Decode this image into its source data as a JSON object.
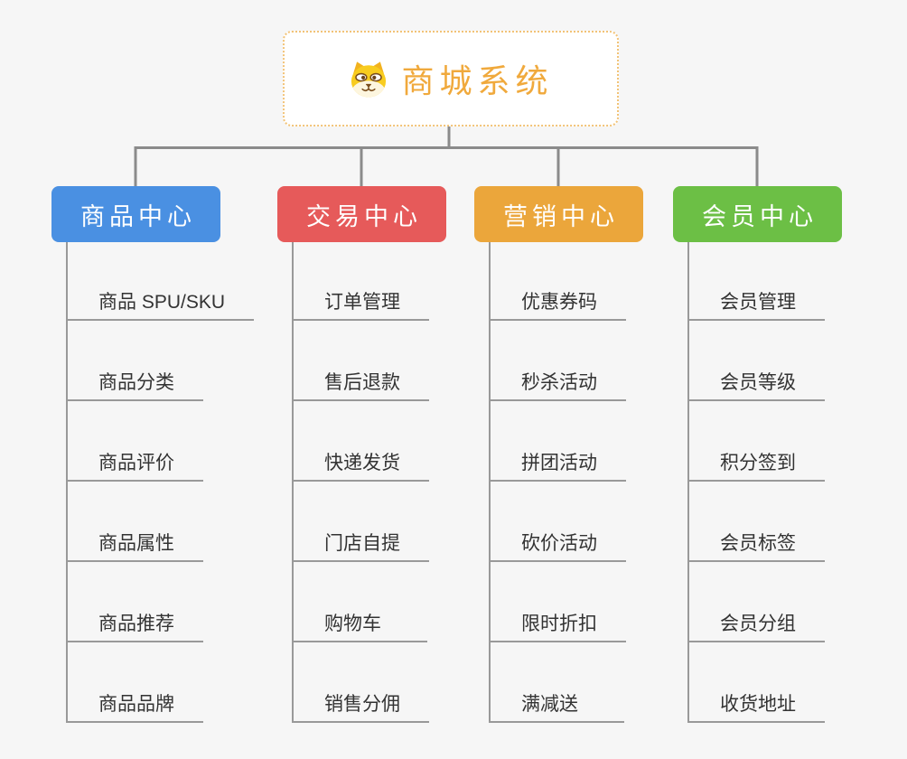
{
  "canvas": {
    "background": "#f6f6f6"
  },
  "root": {
    "label": "商城系统",
    "icon": "dog-face-icon",
    "text_color": "#f0a93c",
    "border_color": "#f2c377",
    "background": "#ffffff"
  },
  "connector_color": "#8b8b8b",
  "leaf_line_color": "#999999",
  "leaf_text_color": "#333333",
  "branches": [
    {
      "label": "商品中心",
      "color": "#4a90e2",
      "items": [
        "商品 SPU/SKU",
        "商品分类",
        "商品评价",
        "商品属性",
        "商品推荐",
        "商品品牌"
      ]
    },
    {
      "label": "交易中心",
      "color": "#e65a5a",
      "items": [
        "订单管理",
        "售后退款",
        "快递发货",
        "门店自提",
        "购物车",
        "销售分佣"
      ]
    },
    {
      "label": "营销中心",
      "color": "#eba63b",
      "items": [
        "优惠券码",
        "秒杀活动",
        "拼团活动",
        "砍价活动",
        "限时折扣",
        "满减送"
      ]
    },
    {
      "label": "会员中心",
      "color": "#6cbf45",
      "items": [
        "会员管理",
        "会员等级",
        "积分签到",
        "会员标签",
        "会员分组",
        "收货地址"
      ]
    }
  ]
}
